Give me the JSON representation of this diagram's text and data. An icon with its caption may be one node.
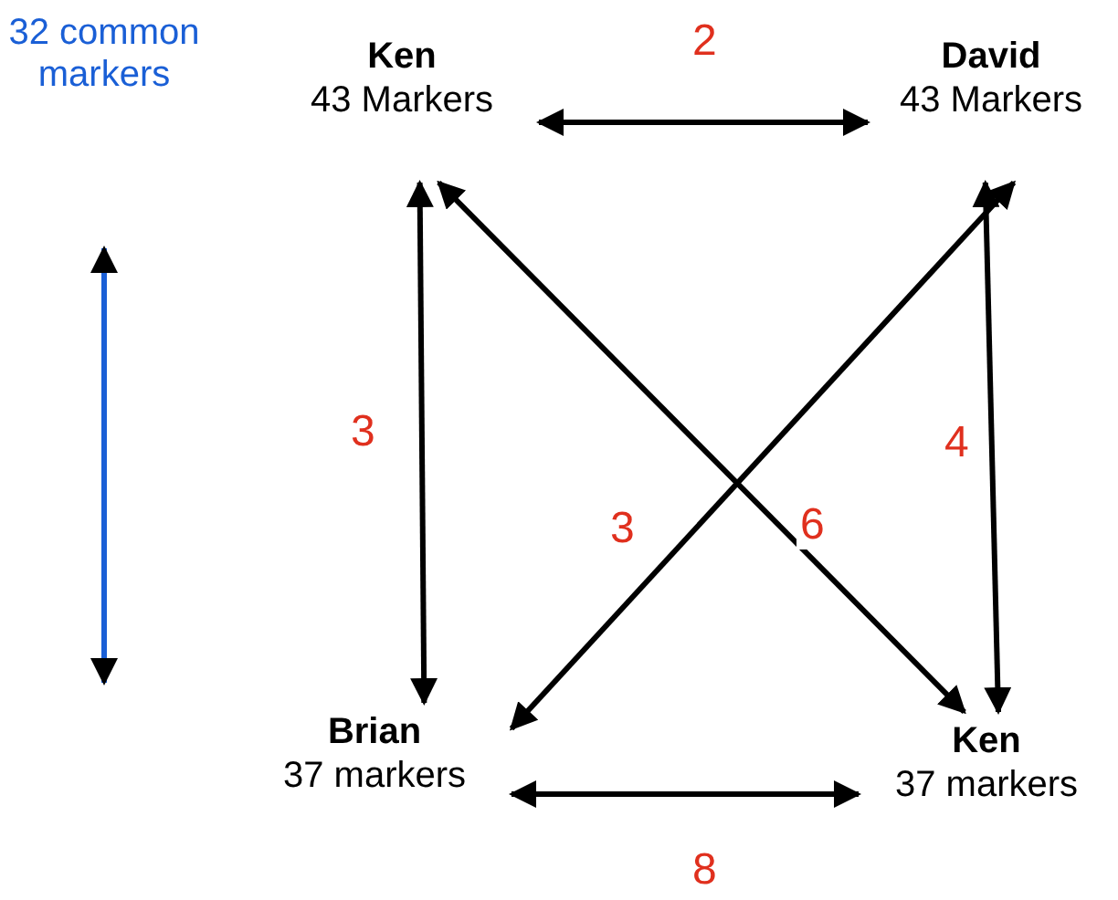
{
  "diagram": {
    "nodes": [
      {
        "text": [
          "Ken",
          "43 Markers"
        ]
      },
      {
        "text": [
          "David",
          "43 Markers"
        ]
      },
      {
        "text": [
          "Brian",
          "37 markers"
        ]
      },
      {
        "text": [
          "Ken",
          "37 markers"
        ]
      }
    ],
    "edges": [
      {
        "from": 0,
        "to": 1,
        "arrow": "both",
        "label": "2"
      },
      {
        "from": 0,
        "to": 2,
        "arrow": "both",
        "label": "3"
      },
      {
        "from": 1,
        "to": 3,
        "arrow": "both",
        "label": "4"
      },
      {
        "from": 0,
        "to": 3,
        "arrow": "both",
        "label": "6"
      },
      {
        "from": 1,
        "to": 2,
        "arrow": "both",
        "label": "3"
      },
      {
        "from": 2,
        "to": 3,
        "arrow": "both",
        "label": "8"
      }
    ],
    "labels": [
      "32 common markers"
    ]
  }
}
